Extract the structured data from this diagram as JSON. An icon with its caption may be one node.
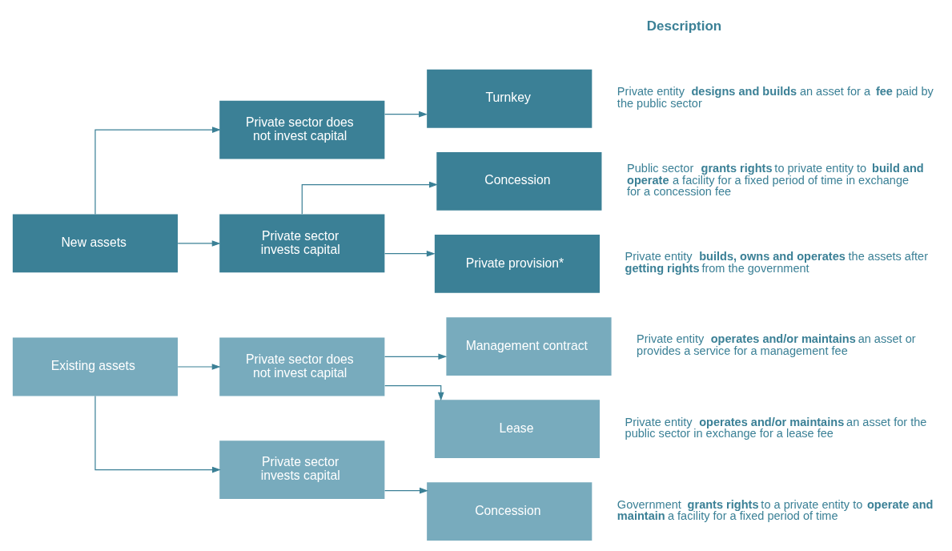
{
  "diagram": {
    "nodes": [
      {
        "text": [
          "New assets"
        ]
      },
      {
        "text": [
          "Private sector does not invest capital"
        ]
      },
      {
        "text": [
          "Turnkey"
        ],
        "beside": [
          "Private entity **designs and builds** an asset for a **fee** paid by the public sector"
        ]
      },
      {
        "text": [
          "Private sector invests capital"
        ]
      },
      {
        "text": [
          "Concession"
        ],
        "beside": [
          "Public sector **grants rights** to private entity to **build and operate** a facility for a fixed period of time in exchange for a concession fee"
        ]
      },
      {
        "text": [
          "Private provision*"
        ],
        "beside": [
          "Private entity **builds, owns and operates** the assets after **getting rights** from the government"
        ]
      },
      {
        "text": [
          "Existing assets"
        ]
      },
      {
        "text": [
          "Private sector does not invest capital"
        ]
      },
      {
        "text": [
          "Management contract"
        ],
        "beside": [
          "Private entity **operates and/or maintains** an asset or provides a service for a management fee"
        ]
      },
      {
        "text": [
          "Lease"
        ],
        "beside": [
          "Private entity **operates and/or maintains** an asset for the public sector in exchange for a lease fee"
        ]
      },
      {
        "text": [
          "Private sector invests capital"
        ]
      },
      {
        "text": [
          "Concession"
        ],
        "beside": [
          "Government **grants rights** to a private entity to **operate and maintain** a facility for a fixed period of time"
        ]
      }
    ],
    "edges": [
      {
        "from": 0,
        "to": 1,
        "arrow": "to"
      },
      {
        "from": 1,
        "to": 2,
        "arrow": "to"
      },
      {
        "from": 0,
        "to": 3,
        "arrow": "to"
      },
      {
        "from": 3,
        "to": 4,
        "arrow": "to"
      },
      {
        "from": 3,
        "to": 5,
        "arrow": "to"
      },
      {
        "from": 6,
        "to": 7,
        "arrow": "to"
      },
      {
        "from": 7,
        "to": 8,
        "arrow": "to"
      },
      {
        "from": 7,
        "to": 9,
        "arrow": "to"
      },
      {
        "from": 6,
        "to": 10,
        "arrow": "to"
      },
      {
        "from": 10,
        "to": 11,
        "arrow": "to"
      }
    ],
    "labels": [
      "Description"
    ]
  }
}
